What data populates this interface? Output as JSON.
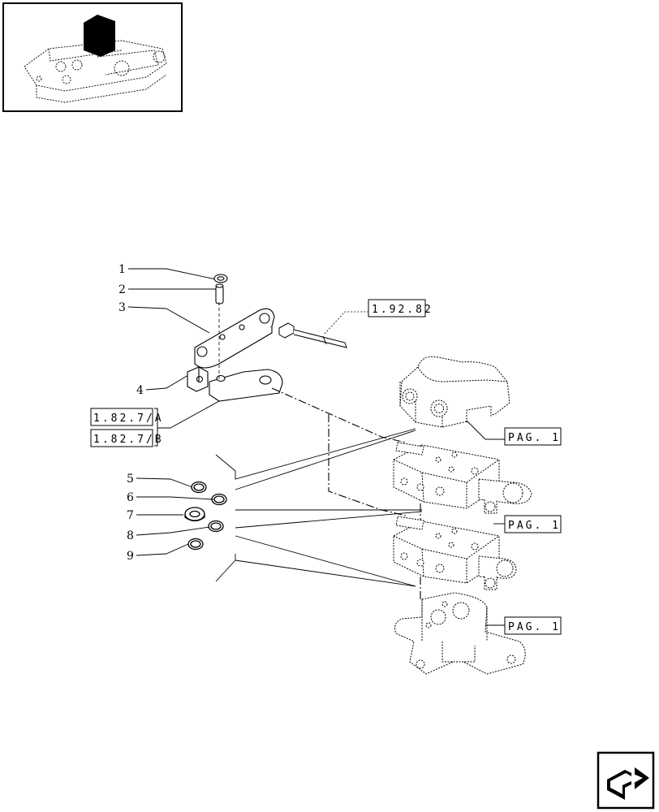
{
  "thumbnail": {
    "icon": "tractor-lift-housing-thumbnail"
  },
  "callouts": [
    {
      "number": "1"
    },
    {
      "number": "2"
    },
    {
      "number": "3"
    },
    {
      "number": "4"
    },
    {
      "number": "5"
    },
    {
      "number": "6"
    },
    {
      "number": "7"
    },
    {
      "number": "8"
    },
    {
      "number": "9"
    }
  ],
  "references": {
    "link_rod": "1.92.82",
    "arm_a": "1.82.7/A",
    "arm_b": "1.82.7/B",
    "valve_upper": "PAG. 1",
    "valve_middle": "PAG. 1",
    "valve_lower": "PAG. 1"
  },
  "nav": {
    "icon": "next-page-arrow-icon"
  }
}
